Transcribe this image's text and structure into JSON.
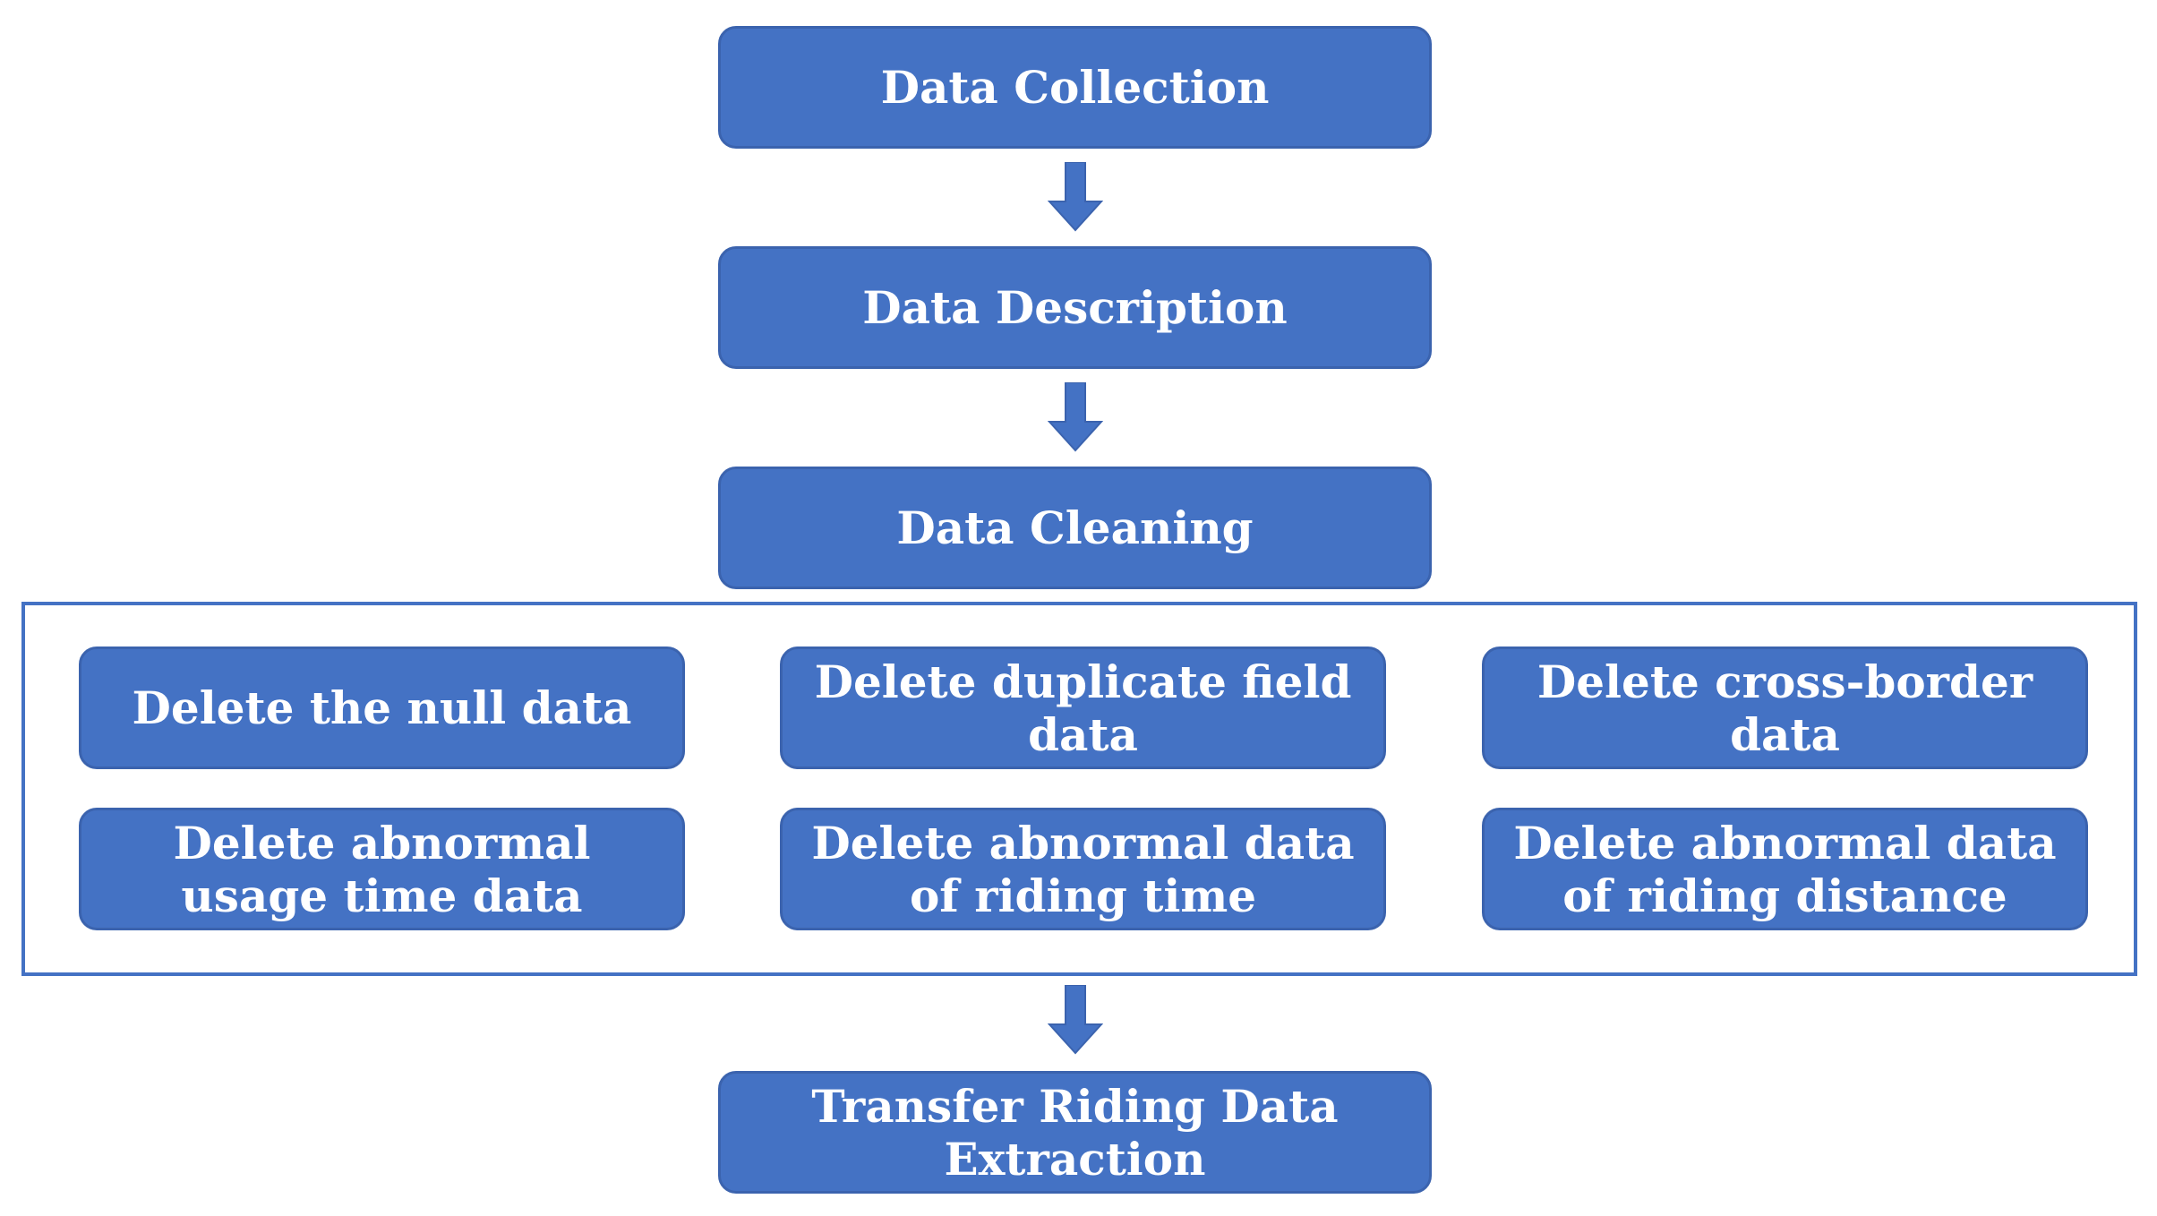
{
  "diagram": {
    "steps": {
      "collection": "Data Collection",
      "description": "Data Description",
      "cleaning": "Data Cleaning",
      "extraction": "Transfer Riding Data Extraction"
    },
    "cleaning_tasks": [
      "Delete the null data",
      "Delete duplicate field data",
      "Delete cross-border data",
      "Delete abnormal usage time data",
      "Delete abnormal data of riding time",
      "Delete abnormal data of riding distance"
    ]
  },
  "colors": {
    "box_fill": "#4472c4",
    "box_text": "#ffffff",
    "frame_border": "#4472c4"
  }
}
